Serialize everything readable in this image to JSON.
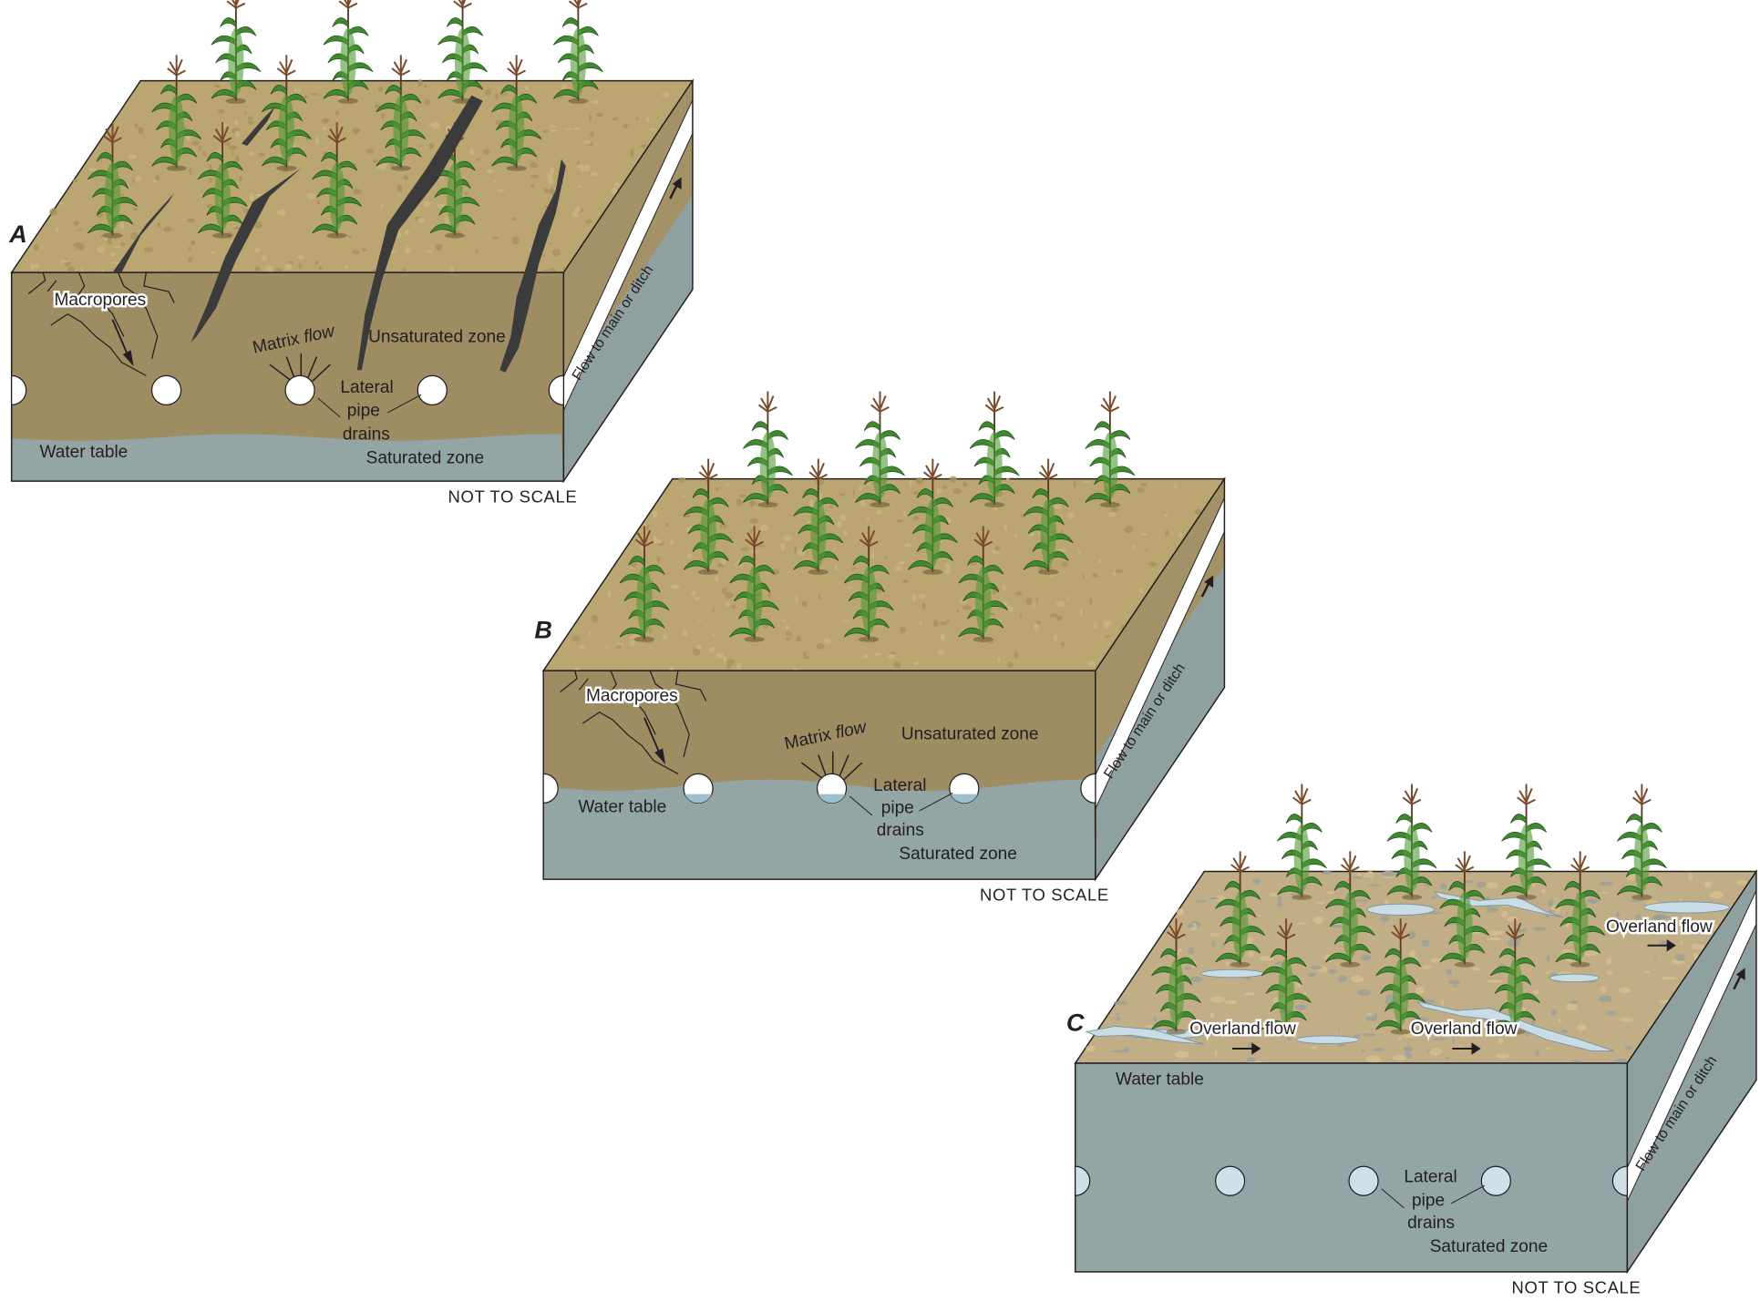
{
  "panels": [
    {
      "letter": "A",
      "macropores": "Macropores",
      "matrix_flow": "Matrix",
      "matrix_flow_italic": "flow",
      "unsaturated": "Unsaturated zone",
      "lateral": "Lateral",
      "pipe": "pipe",
      "drains": "drains",
      "water_table": "Water table",
      "saturated": "Saturated zone",
      "flow_to_main": "Flow to main or ditch",
      "not_to_scale": "NOT TO SCALE"
    },
    {
      "letter": "B",
      "macropores": "Macropores",
      "matrix_flow": "Matrix",
      "matrix_flow_italic": "flow",
      "unsaturated": "Unsaturated zone",
      "lateral": "Lateral",
      "pipe": "pipe",
      "drains": "drains",
      "water_table": "Water table",
      "saturated": "Saturated zone",
      "flow_to_main": "Flow to main or ditch",
      "not_to_scale": "NOT TO SCALE"
    },
    {
      "letter": "C",
      "overland_flow": [
        "Overland flow",
        "Overland flow",
        "Overland flow"
      ],
      "lateral": "Lateral",
      "pipe": "pipe",
      "drains": "drains",
      "water_table": "Water table",
      "saturated": "Saturated zone",
      "flow_to_main": "Flow to main or ditch",
      "not_to_scale": "NOT TO SCALE"
    }
  ],
  "colors": {
    "soil_top": "#bba672",
    "soil_front": "#9e8c63",
    "soil_side": "#a39267",
    "saturated": "#93a5a4",
    "saturated_side": "#8fa0a0",
    "wet_top": "#c2ae86",
    "puddle": "#c9dde6",
    "crack": "#3b3b3b",
    "plant": "#3f8a2f",
    "tassel": "#7a4a2a"
  }
}
